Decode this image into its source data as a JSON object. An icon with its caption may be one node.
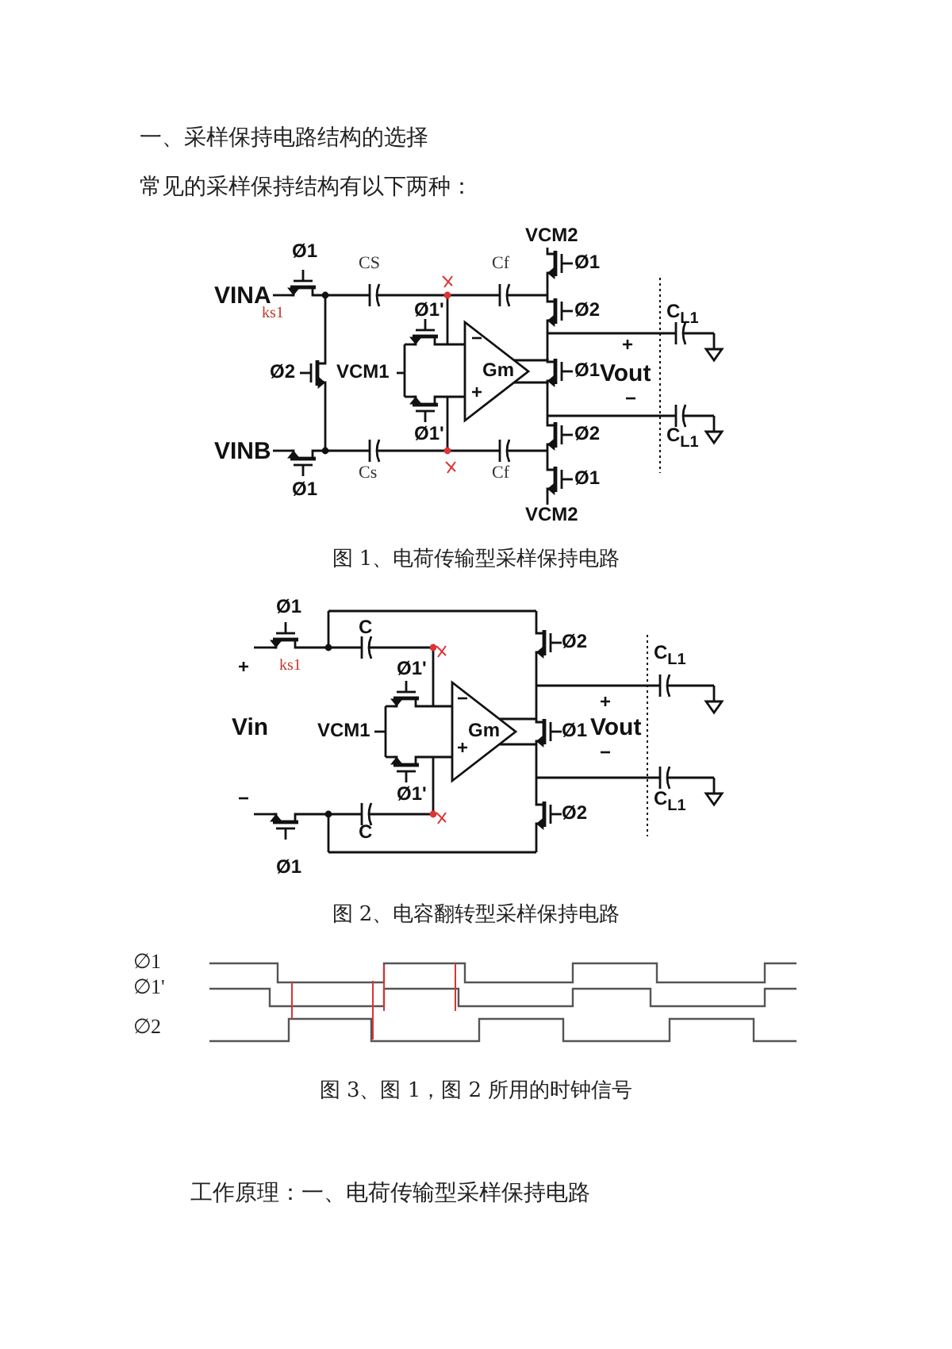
{
  "diagram": {
    "labels": [
      "一、采样保持电路结构的选择",
      "常见的采样保持结构有以下两种：",
      "VCM2",
      "Ø1",
      "CS",
      "Cf",
      "Ø1",
      "VINA",
      "Ø2",
      "C$_{L1}$",
      "ks1",
      "Ø1'",
      "−",
      "+",
      "Ø2",
      "VCM1",
      "Gm",
      "Ø1",
      "Vout",
      "+",
      "−",
      "Ø1'",
      "Ø2",
      "C$_{L1}$",
      "VINB",
      "Cs",
      "Cf",
      "Ø1",
      "Ø1",
      "VCM2",
      "图 1、电荷传输型采样保持电路",
      "Ø1",
      "C",
      "Ø2",
      "C$_{L1}$",
      "Ø1'",
      "+",
      "ks1",
      "−",
      "+",
      "Vin",
      "VCM1",
      "Gm",
      "Ø1",
      "Vout",
      "+",
      "−",
      "Ø1'",
      "C$_{L1}$",
      "−",
      "Ø2",
      "C",
      "Ø1",
      "图 2、电容翻转型采样保持电路",
      "∅1",
      "∅1'",
      "∅2",
      "图 3、图 1，图 2 所用的时钟信号",
      "工作原理：一、电荷传输型采样保持电路"
    ]
  }
}
